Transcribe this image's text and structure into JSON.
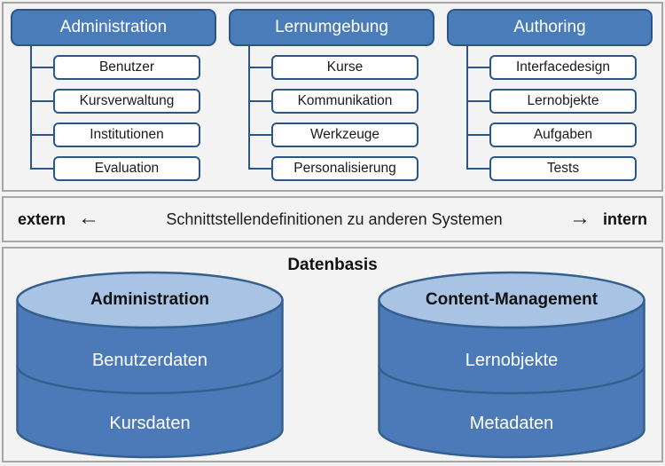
{
  "modules": [
    {
      "title": "Administration",
      "items": [
        "Benutzer",
        "Kursverwaltung",
        "Institutionen",
        "Evaluation"
      ]
    },
    {
      "title": "Lernumgebung",
      "items": [
        "Kurse",
        "Kommunikation",
        "Werkzeuge",
        "Personalisierung"
      ]
    },
    {
      "title": "Authoring",
      "items": [
        "Interfacedesign",
        "Lernobjekte",
        "Aufgaben",
        "Tests"
      ]
    }
  ],
  "interface_bar": {
    "left_label": "extern",
    "left_arrow": "←",
    "text": "Schnittstellendefinitionen zu anderen Systemen",
    "right_arrow": "→",
    "right_label": "intern"
  },
  "database": {
    "title": "Datenbasis",
    "cylinders": [
      {
        "label": "Administration",
        "bands": [
          "Benutzerdaten",
          "Kursdaten"
        ]
      },
      {
        "label": "Content-Management",
        "bands": [
          "Lernobjekte",
          "Metadaten"
        ]
      }
    ]
  },
  "colors": {
    "module_header_fill": "#4b7cba",
    "module_border": "#2d5688",
    "cylinder_body": "#4c7ab8",
    "cylinder_top_fill": "#a9c3e4",
    "cylinder_border": "#35608d",
    "panel_border": "#a6a6a6",
    "background": "#f2f2f2"
  }
}
